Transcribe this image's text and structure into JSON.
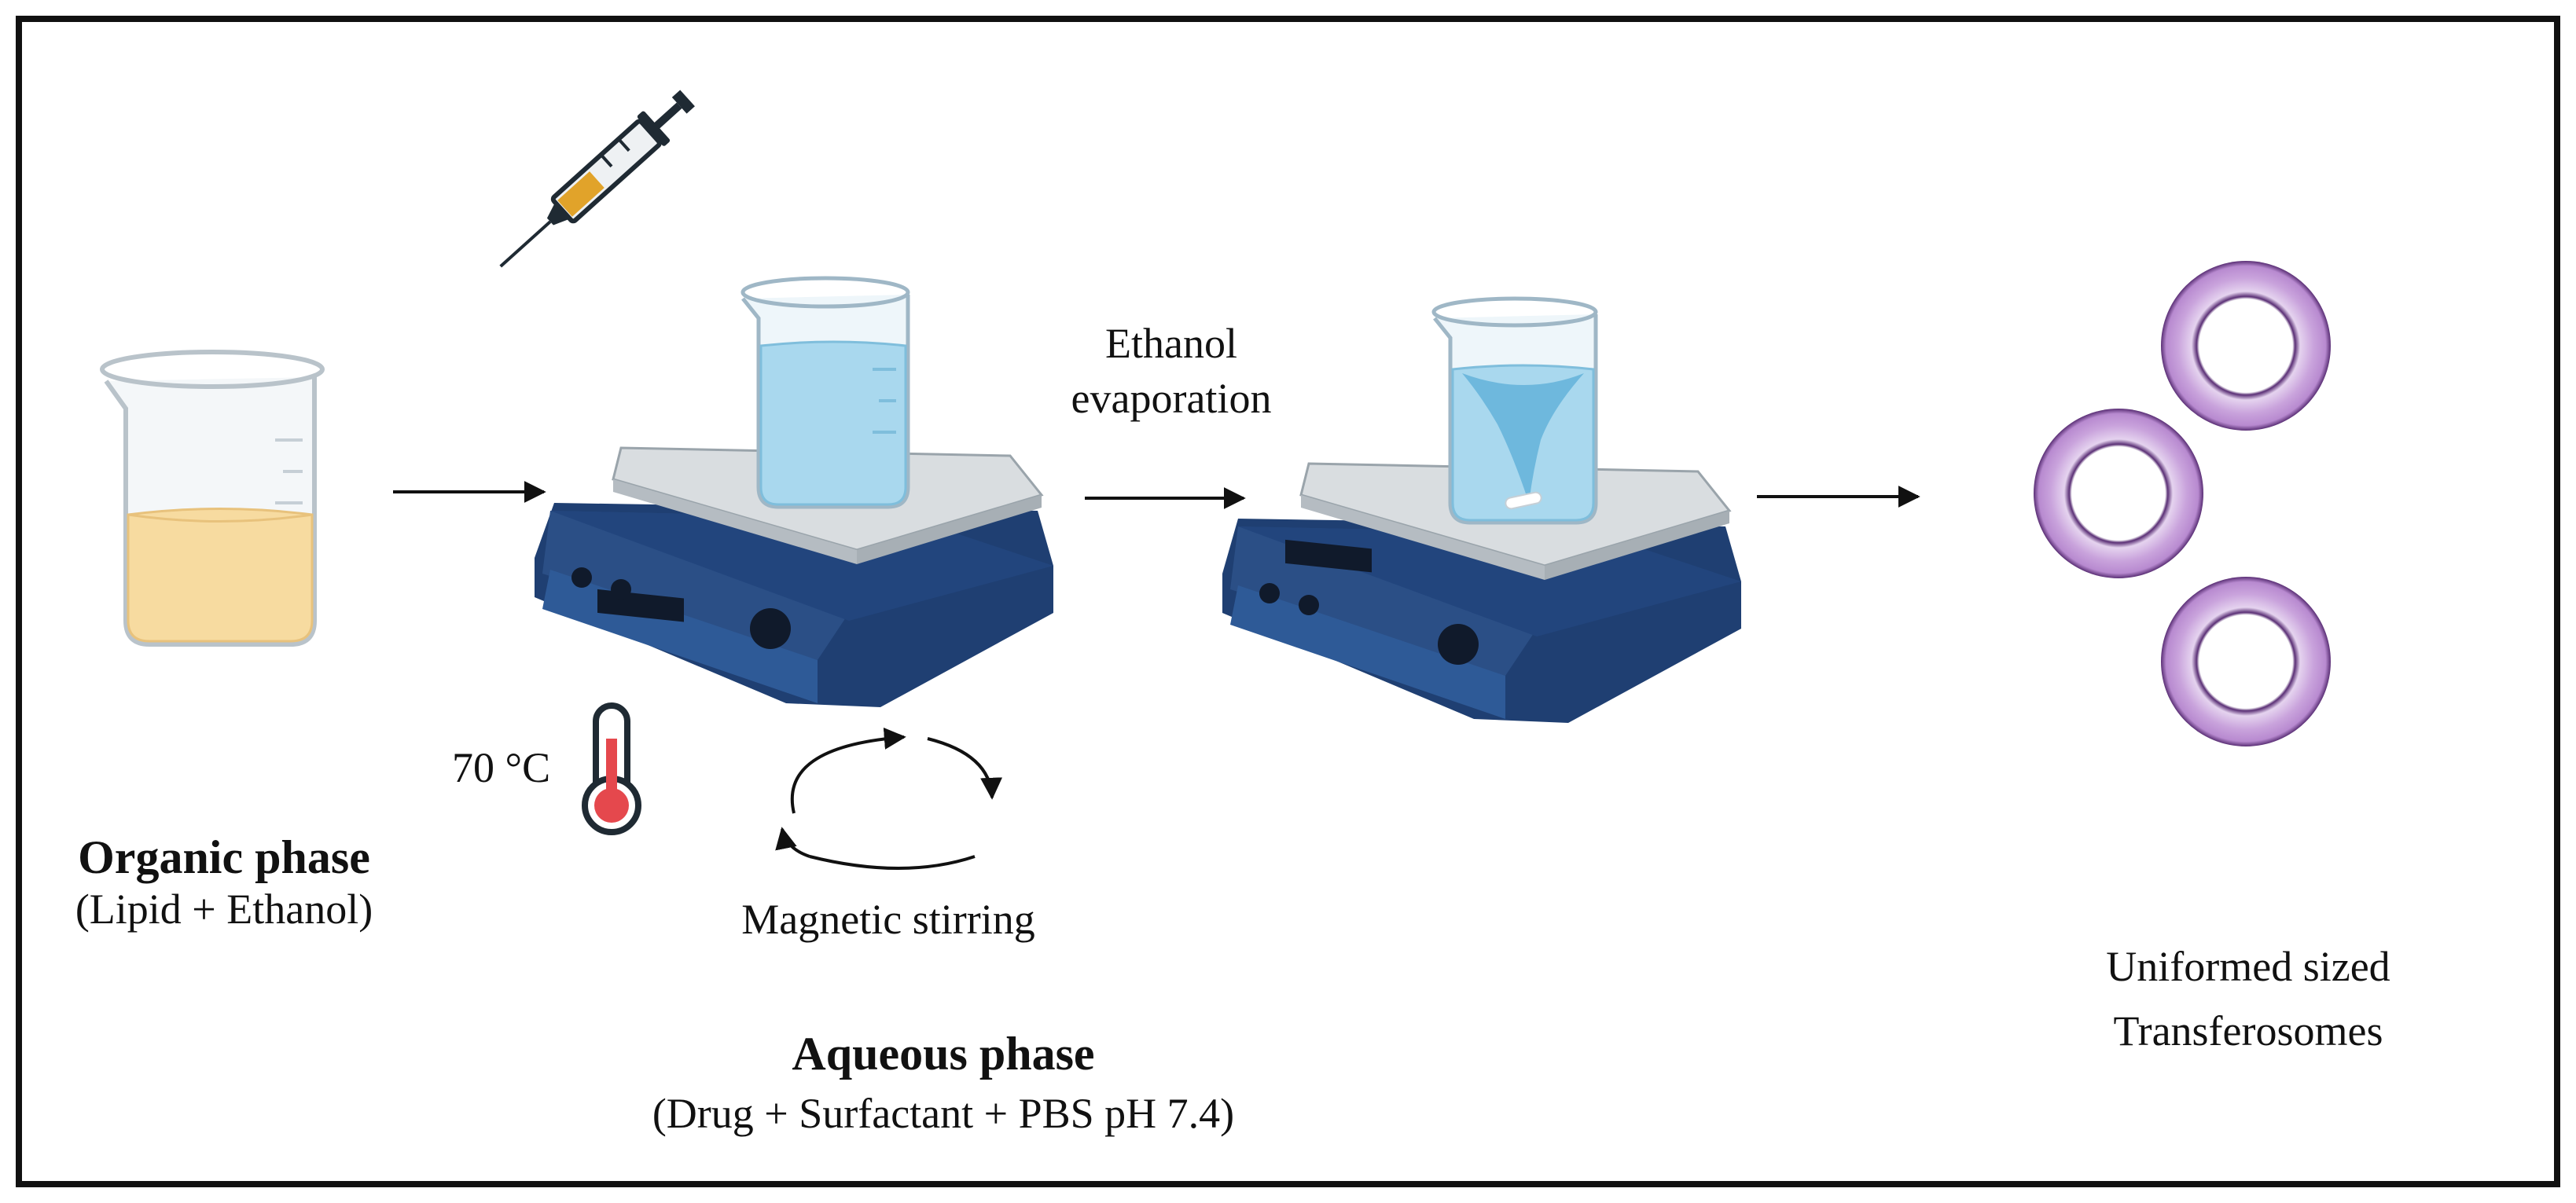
{
  "organic": {
    "title": "Organic phase",
    "subtitle": "(Lipid + Ethanol)"
  },
  "aqueous": {
    "title": "Aqueous phase",
    "subtitle": "(Drug + Surfactant + PBS pH 7.4)"
  },
  "temperature": "70 °C",
  "stirring": "Magnetic stirring",
  "evaporation": {
    "line1": "Ethanol",
    "line2": "evaporation"
  },
  "result": {
    "line1": "Uniformed sized",
    "line2": "Transferosomes"
  },
  "colors": {
    "organic_liquid": "#f7dba0",
    "aqueous_liquid": "#a9d8ee",
    "stirrer_body": "#2b4f86",
    "stirrer_plate": "#d9dde0",
    "vesicle": "#c9a3dc",
    "vesicle_edge": "#5a2f75",
    "thermometer_bulb": "#e5484d",
    "syringe_fluid": "#e1a32a"
  }
}
